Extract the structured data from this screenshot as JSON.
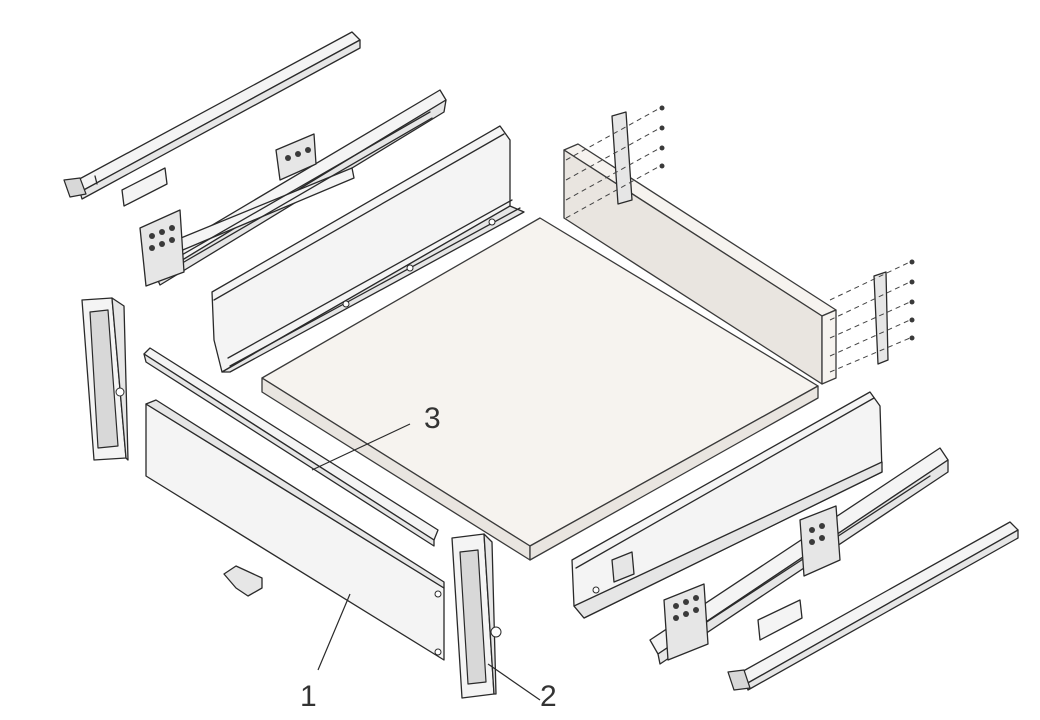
{
  "callouts": [
    {
      "id": "1",
      "label": "1"
    },
    {
      "id": "2",
      "label": "2"
    },
    {
      "id": "3",
      "label": "3"
    }
  ],
  "colors": {
    "line": "#2a2a2a",
    "panel": "#f4f4f4",
    "board": "#f6f3ef",
    "background": "#ffffff"
  }
}
